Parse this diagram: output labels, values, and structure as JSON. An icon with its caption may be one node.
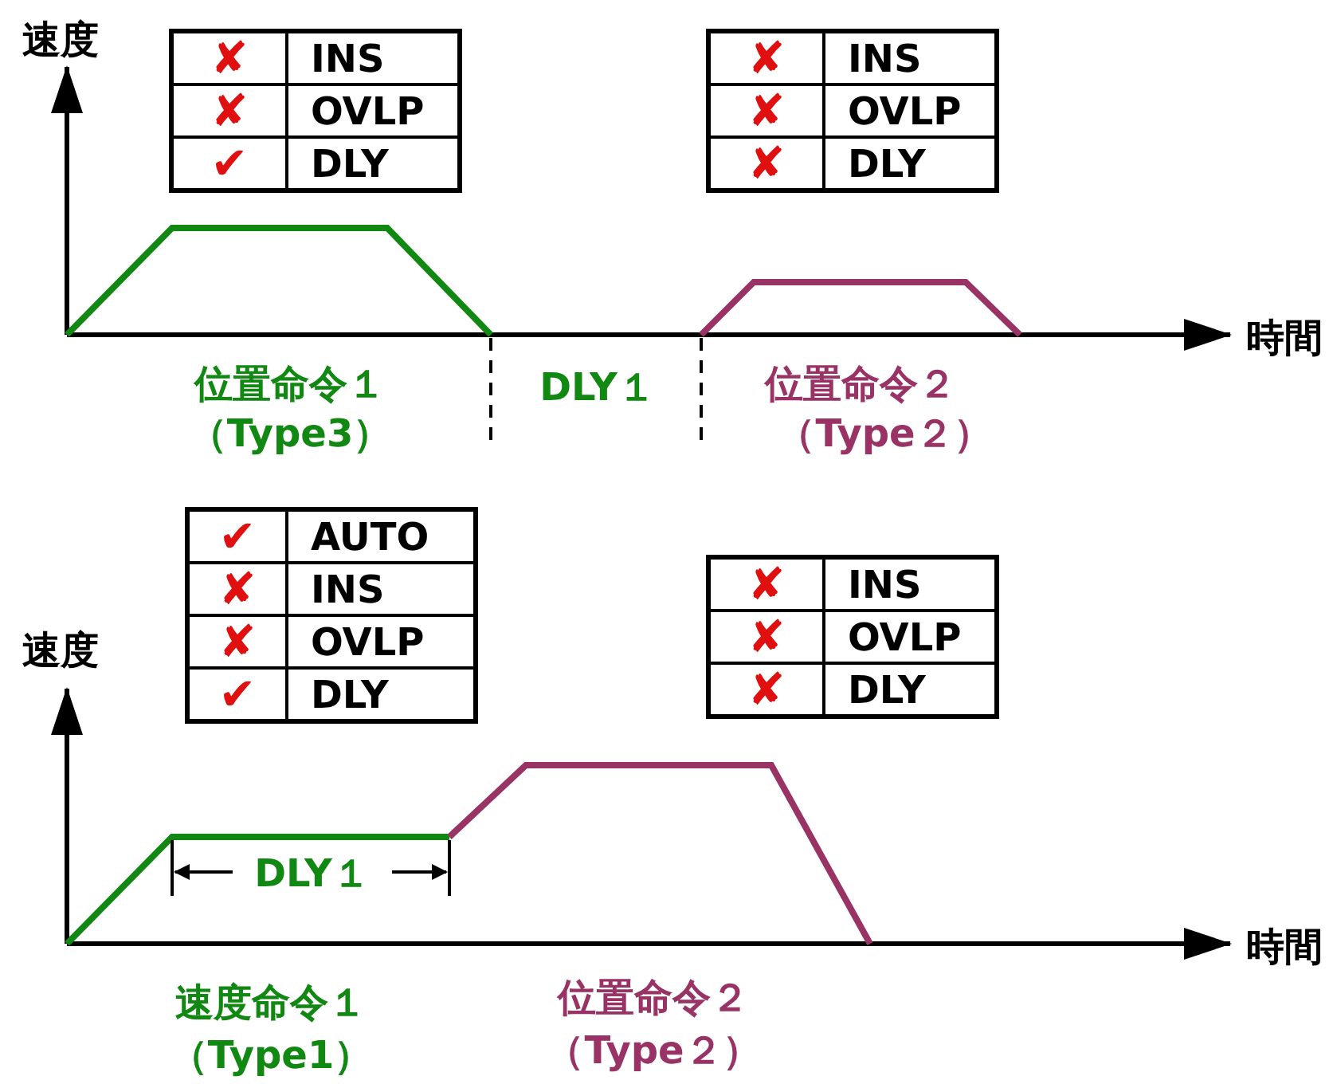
{
  "diagram": {
    "labels": [
      "速度",
      "✘",
      "INS",
      "✘",
      "OVLP",
      "✔",
      "DLY",
      "✘",
      "INS",
      "✘",
      "OVLP",
      "✘",
      "DLY",
      "時間",
      "位置命令１",
      "（Type3）",
      "DLY１",
      "位置命令２",
      "（Type２）",
      "速度",
      "✔",
      "AUTO",
      "✘",
      "INS",
      "✘",
      "OVLP",
      "✔",
      "DLY",
      "✘",
      "INS",
      "✘",
      "OVLP",
      "✘",
      "DLY",
      "DLY１",
      "時間",
      "速度命令１",
      "（Type1）",
      "位置命令２",
      "（Type２）"
    ]
  }
}
